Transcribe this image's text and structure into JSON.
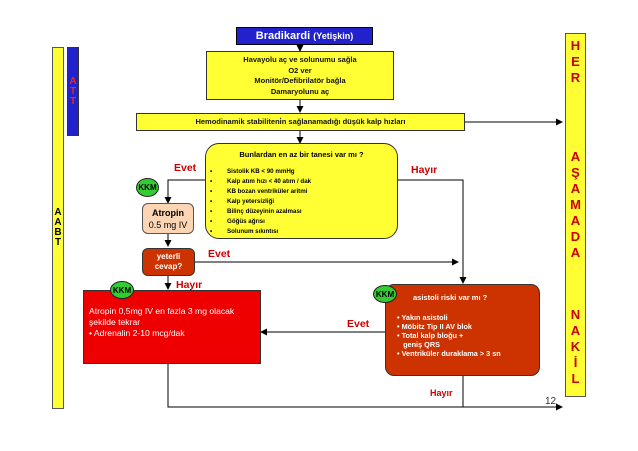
{
  "title": {
    "main": "Bradikardi",
    "sub": "(Yetişkin)"
  },
  "left_bar": {
    "letters": [
      "A",
      "A",
      "B",
      "T"
    ]
  },
  "att_bar": {
    "letters": [
      "A",
      "T",
      "T"
    ]
  },
  "right_bar": {
    "word1": [
      "H",
      "E",
      "R"
    ],
    "word2": [
      "A",
      "Ş",
      "A",
      "M",
      "A",
      "D",
      "A"
    ],
    "word3": [
      "N",
      "A",
      "K",
      "İ",
      "L"
    ]
  },
  "first_box": {
    "lines": [
      "Havayolu aç ve solunumu sağla",
      "O2 ver",
      "Monitör/Defibrilatör bağla",
      "Damaryolunu aç"
    ]
  },
  "hemo_box": {
    "text": "Hemodinamik stabiliteni̇n sağlanamadığı düşük kalp hızları"
  },
  "question_box": {
    "title": "Bunlardan en az bir tanesi var mı ?",
    "items": [
      "Sistolik KB < 90 mmHg",
      "Kalp atım hızı < 40 atım / dak",
      "KB bozan ventriküler aritmi",
      "Kalp yetersizliği",
      "Bilinç düzeyinin azalması",
      "Göğüs ağrısı",
      "Solunum sıkıntısı"
    ]
  },
  "atropin_box": {
    "line1": "Atropin",
    "line2": "0.5 mg IV"
  },
  "yeterli_box": {
    "line1": "yeterli",
    "line2": "cevap?"
  },
  "red_box": {
    "lines": [
      "Atropin 0,5mg IV   en fazla 3 mg olacak şekilde tekrar",
      "• Adrenalin 2-10 mcg/dak"
    ]
  },
  "asystole_box": {
    "title": "asistoli riski var mı ?",
    "items": [
      "• Yakın asistoli",
      "• Möbitz Tip II AV blok",
      "• Total kalp bloğu +",
      "   geniş QRS",
      "• Ventriküler duraklama > 3 sn"
    ]
  },
  "kkm": "KKM",
  "labels": {
    "evet1": "Evet",
    "hayir1": "Hayır",
    "evet2": "Evet",
    "hayir2": "Hayır",
    "evet3": "Evet",
    "hayir3": "Hayır"
  },
  "page_number": "12",
  "colors": {
    "yellow": "#ffff33",
    "blue": "#2222cc",
    "red": "#ee0000",
    "brown": "#cc3300",
    "green": "#33cc33",
    "peach": "#fcd5b4",
    "label_red": "#cc0000"
  }
}
